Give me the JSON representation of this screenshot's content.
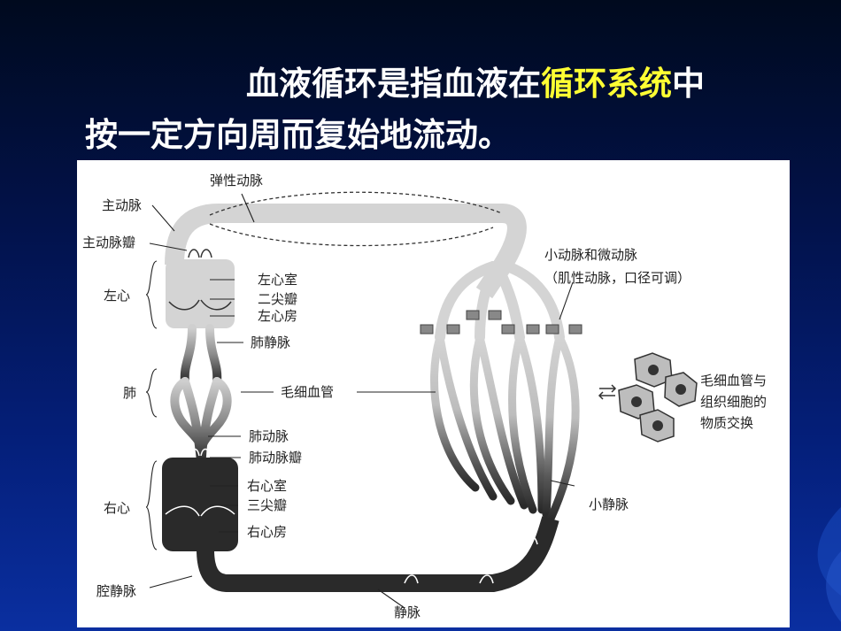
{
  "title": {
    "line1_prefix": "血液循环是指血液在",
    "line1_highlight": "循环系统",
    "line1_suffix": "中",
    "line2": "按一定方向周而复始地流动。"
  },
  "colors": {
    "highlight": "#ffff33",
    "background": "#041f7a",
    "arterial": "#d4d4d4",
    "venous": "#2a2a2a"
  },
  "diagram": {
    "labels": {
      "elastic_artery": "弹性动脉",
      "aorta": "主动脉",
      "aortic_valve": "主动脉瓣",
      "left_heart": "左心",
      "left_ventricle": "左心室",
      "bicuspid_valve": "二尖瓣",
      "left_atrium": "左心房",
      "pulmonary_vein": "肺静脉",
      "lung": "肺",
      "capillary": "毛细血管",
      "pulmonary_artery": "肺动脉",
      "pulmonary_valve": "肺动脉瓣",
      "right_heart": "右心",
      "right_ventricle": "右心室",
      "tricuspid_valve": "三尖瓣",
      "right_atrium": "右心房",
      "vena_cava": "腔静脉",
      "vein": "静脉",
      "venule": "小静脉",
      "arterioles_1": "小动脉和微动脉",
      "arterioles_2": "（肌性动脉，口径可调）",
      "exchange_1": "毛细血管与",
      "exchange_2": "组织细胞的",
      "exchange_3": "物质交换"
    }
  }
}
